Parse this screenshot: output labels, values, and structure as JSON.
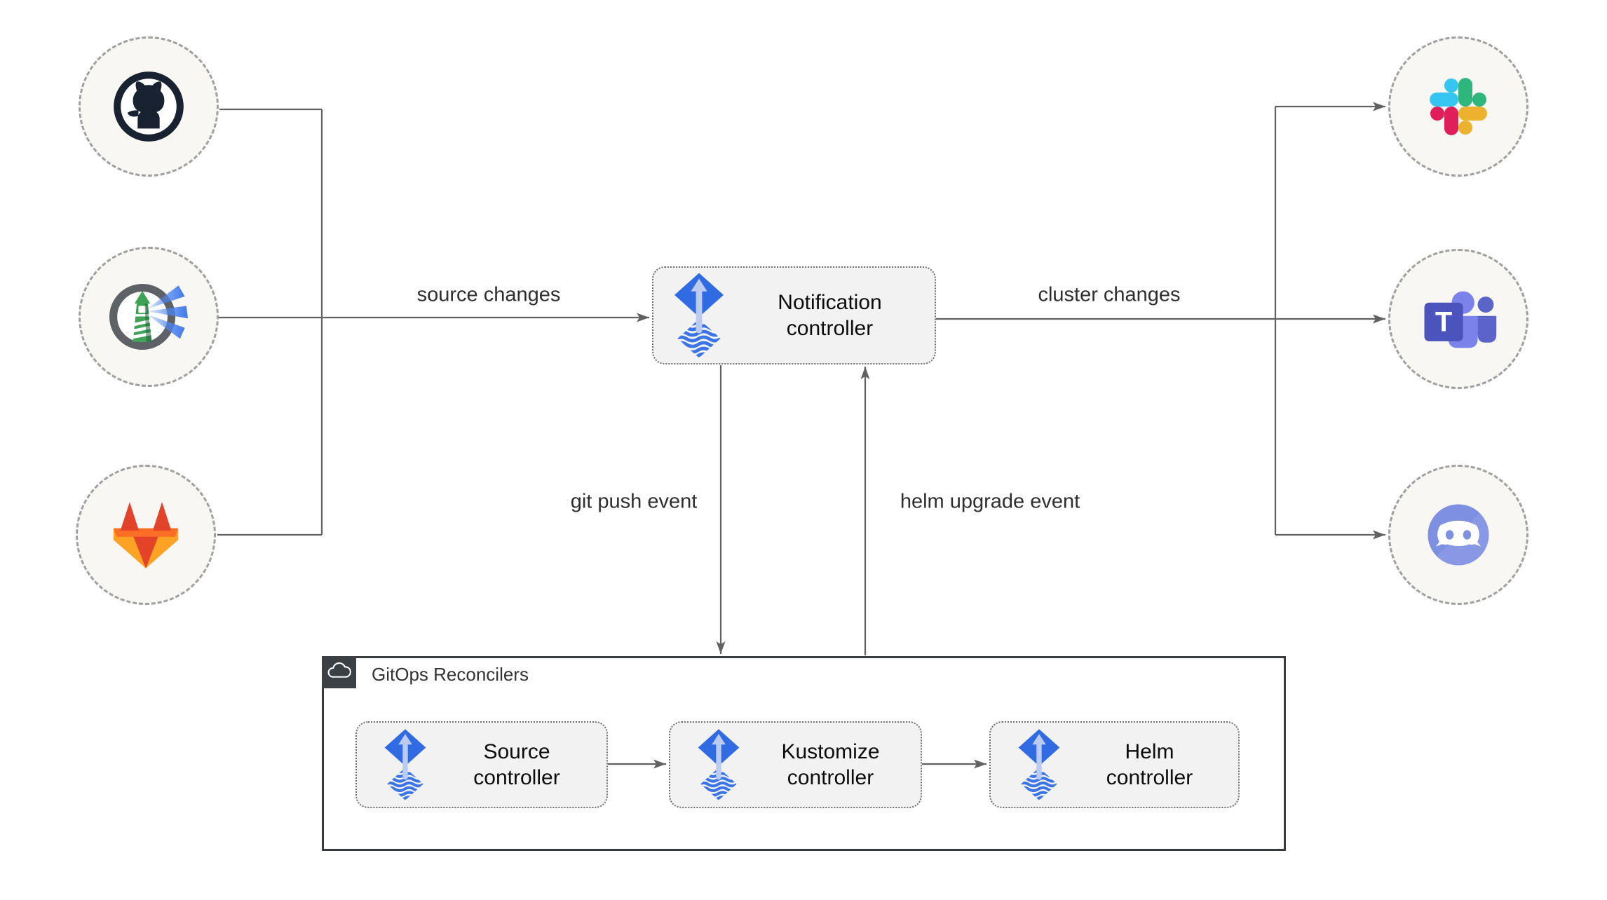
{
  "nodes": {
    "notification": "Notification controller",
    "source": "Source controller",
    "kustomize": "Kustomize controller",
    "helm": "Helm controller"
  },
  "group": {
    "label": "GitOps Reconcilers"
  },
  "edges": {
    "source_changes": "source changes",
    "cluster_changes": "cluster changes",
    "git_push": "git push event",
    "helm_upgrade": "helm upgrade event"
  },
  "icons": {
    "sources": [
      "github-icon",
      "harbor-icon",
      "gitlab-icon"
    ],
    "targets": [
      "slack-icon",
      "microsoft-teams-icon",
      "discord-icon"
    ],
    "controller_icon": "flux-icon",
    "group_icon": "cloud-icon",
    "teams_letter": "T"
  },
  "colors": {
    "flux_blue": "#316BE4",
    "flux_arrow_light": "#BCCBF2",
    "line_gray": "#616161",
    "node_fill": "#F2F2F2",
    "circle_fill": "#F8F7F4",
    "group_border": "#383C40",
    "badge_dark": "#3B4045",
    "github_dark": "#182230",
    "harbor_green": "#3FA257",
    "harbor_beam_blue": "#3E78EC",
    "gitlab_red": "#E24329",
    "gitlab_orange": "#FC6D26",
    "gitlab_light_orange": "#FCA326",
    "slack_blue": "#36C5F0",
    "slack_green": "#2EB67D",
    "slack_red": "#E01E5A",
    "slack_yellow": "#ECB22E",
    "teams_purple": "#4B53BC",
    "teams_light_purple": "#7B83EB",
    "discord_blurple": "#7E90E2"
  }
}
